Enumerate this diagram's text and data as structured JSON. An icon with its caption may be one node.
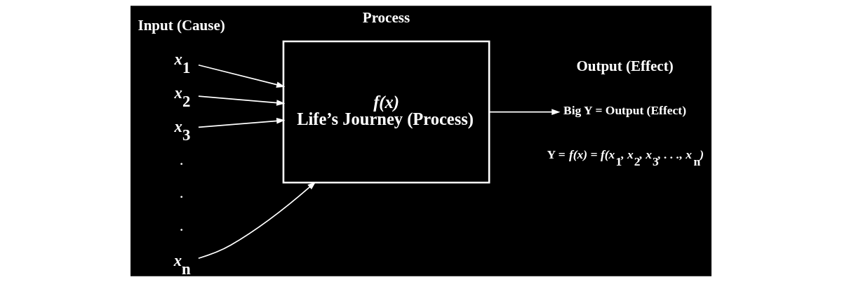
{
  "diagram": {
    "nodes": [
      {
        "text": [
          "*x*$_{1}$"
        ]
      },
      {
        "text": [
          "*x*$_{2}$"
        ]
      },
      {
        "text": [
          "*x*$_{3}$"
        ]
      },
      {
        "text": [
          "*x*$_{n}$"
        ]
      },
      {
        "text": [
          "*f(x)*",
          "Life’s Journey (Process)"
        ]
      },
      {
        "text": [
          "Big Y = Output (Effect)"
        ]
      }
    ],
    "edges": [
      {
        "from": 0,
        "to": 4,
        "arrow": "to"
      },
      {
        "from": 1,
        "to": 4,
        "arrow": "to"
      },
      {
        "from": 2,
        "to": 4,
        "arrow": "to"
      },
      {
        "from": 3,
        "to": 4,
        "arrow": "to"
      },
      {
        "from": 4,
        "to": 5,
        "arrow": "to"
      }
    ],
    "labels": [
      "Input (Cause)",
      "Process",
      "Output (Effect)",
      ".",
      ".",
      ".",
      "Y = *f(x) = f(x*$_{1}$*, x*$_{2}$*, x*$_{3}$*, . . ., x*$_{n}$*)*"
    ]
  }
}
